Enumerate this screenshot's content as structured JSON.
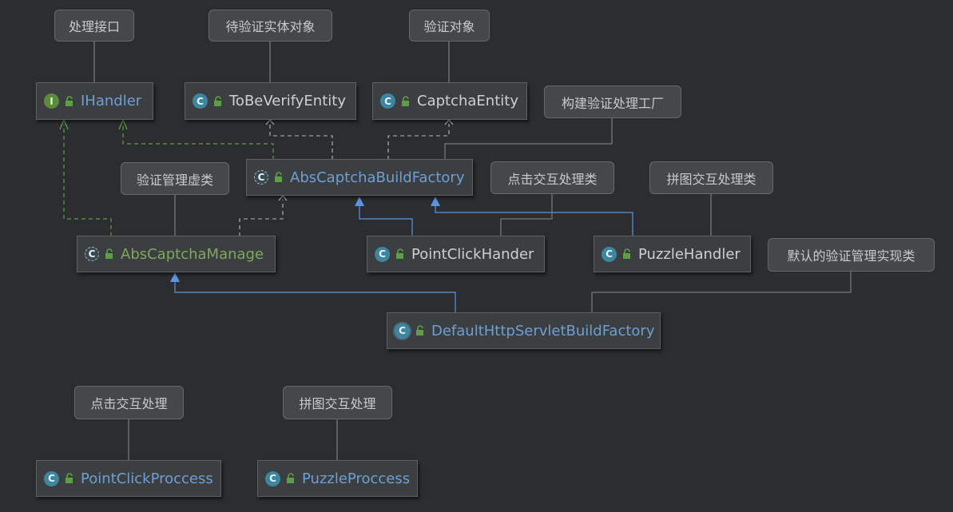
{
  "classes": {
    "ihandler": "IHandler",
    "tobeverify": "ToBeVerifyEntity",
    "captchaentity": "CaptchaEntity",
    "abscaptchabuildfactory": "AbsCaptchaBuildFactory",
    "abscaptchamanage": "AbsCaptchaManage",
    "pointclickhander": "PointClickHander",
    "puzzlehandler": "PuzzleHandler",
    "defaulthttpservletbuildfactory": "DefaultHttpServletBuildFactory",
    "pointclickproccess": "PointClickProccess",
    "puzzleproccess": "PuzzleProccess"
  },
  "badges": {
    "interface": "I",
    "class": "C"
  },
  "notes": {
    "handler_interface": "处理接口",
    "to_be_verified": "待验证实体对象",
    "verify_object": "验证对象",
    "build_factory": "构建验证处理工厂",
    "verify_manage_abstract": "验证管理虚类",
    "point_click_class": "点击交互处理类",
    "puzzle_class": "拼图交互处理类",
    "default_manage_impl": "默认的验证管理实现类",
    "point_click": "点击交互处理",
    "puzzle": "拼图交互处理"
  },
  "colors": {
    "background": "#2b2d30",
    "inherit_arrow": "#5b95e0",
    "implement_arrow": "#5f9e47",
    "dependency_arrow": "#b8b8b8",
    "note_link": "#8a8d90"
  }
}
